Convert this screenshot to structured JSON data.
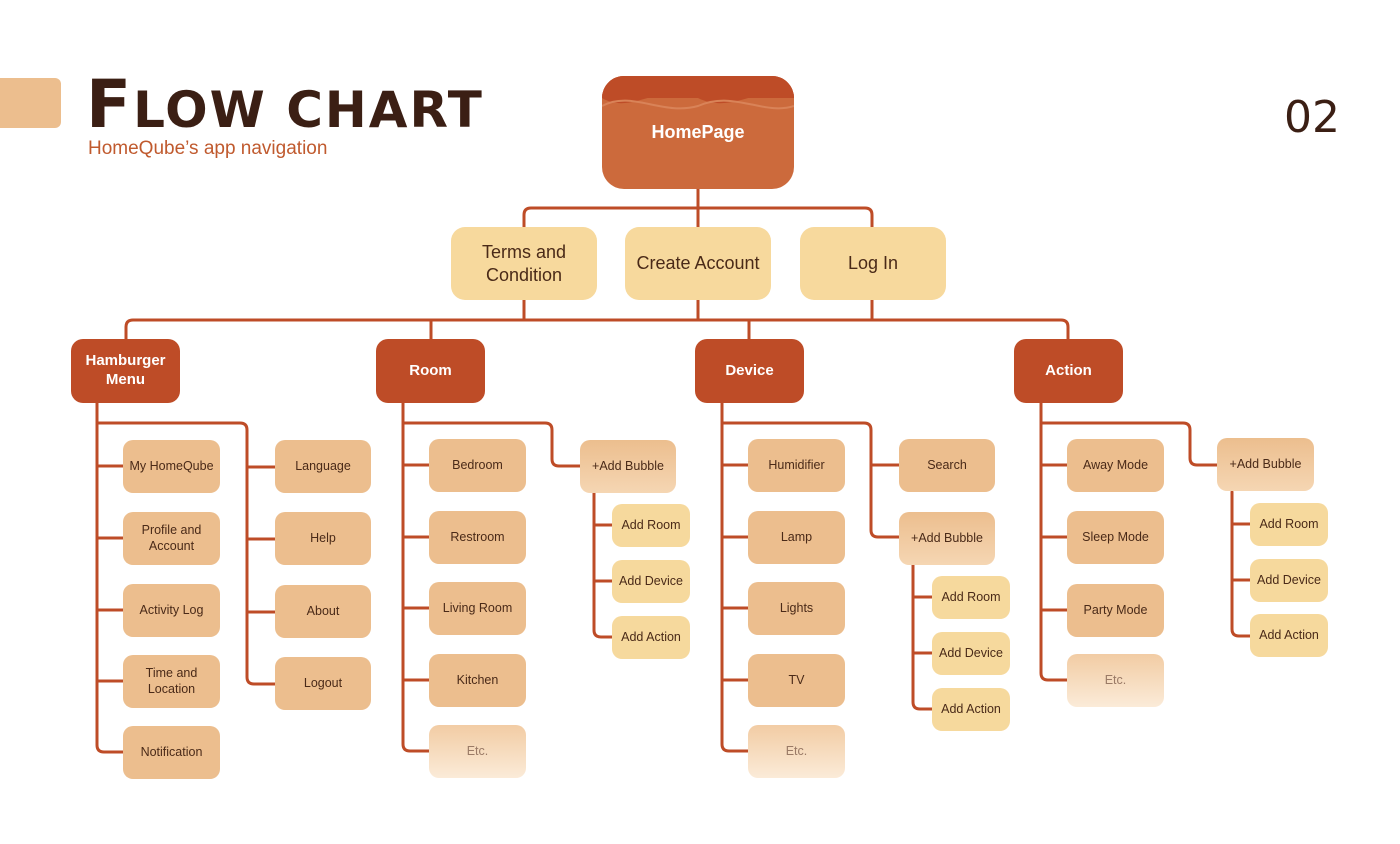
{
  "header": {
    "title_initial": "F",
    "title_rest": "LOW CHART",
    "subtitle": "HomeQube’s app navigation",
    "page_number": "02"
  },
  "colors": {
    "connector": "#BE4C27",
    "category": "#BE4C27",
    "home": "#CC6A3C",
    "level1": "#F7D99D",
    "leaf": "#ECBE8E",
    "sub": "#F6D99D",
    "title": "#3B1F14"
  },
  "nodes": {
    "home": "HomePage",
    "terms": "Terms and Condition",
    "create": "Create Account",
    "login": "Log In",
    "hamburger": "Hamburger Menu",
    "room": "Room",
    "device": "Device",
    "action": "Action",
    "my_homeqube": "My HomeQube",
    "profile": "Profile and Account",
    "activity": "Activity Log",
    "time_location": "Time and Location",
    "notification": "Notification",
    "language": "Language",
    "help": "Help",
    "about": "About",
    "logout": "Logout",
    "bedroom": "Bedroom",
    "restroom": "Restroom",
    "living_room": "Living Room",
    "kitchen": "Kitchen",
    "room_etc": "Etc.",
    "room_add_bubble": "+Add Bubble",
    "room_add_room": "Add Room",
    "room_add_device": "Add Device",
    "room_add_action": "Add Action",
    "humidifier": "Humidifier",
    "lamp": "Lamp",
    "lights": "Lights",
    "tv": "TV",
    "device_etc": "Etc.",
    "search": "Search",
    "device_add_bubble": "+Add Bubble",
    "device_add_room": "Add Room",
    "device_add_device": "Add Device",
    "device_add_action": "Add Action",
    "away_mode": "Away Mode",
    "sleep_mode": "Sleep Mode",
    "party_mode": "Party Mode",
    "action_etc": "Etc.",
    "action_add_bubble": "+Add Bubble",
    "action_add_room": "Add Room",
    "action_add_device": "Add Device",
    "action_add_action": "Add Action"
  }
}
